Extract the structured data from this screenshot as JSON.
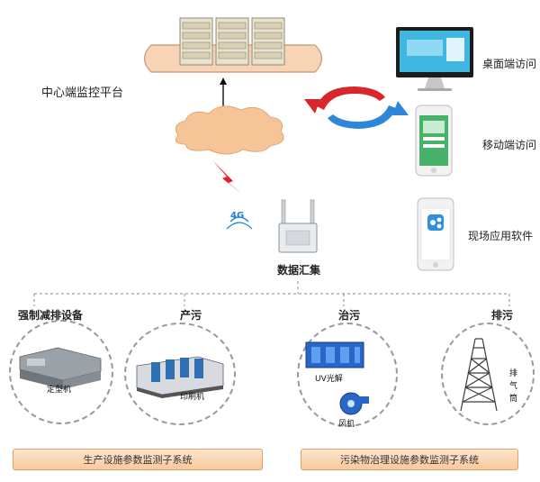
{
  "platform": {
    "label": "中心端监控平台"
  },
  "clients": {
    "desktop": "桌面端访问",
    "mobile": "移动端访问",
    "field_app": "现场应用软件"
  },
  "gateway": {
    "label": "数据汇集",
    "signal": "4G"
  },
  "branches": {
    "emission_equipment": "强制减排设备",
    "production": "产污",
    "treatment": "治污",
    "discharge": "排污"
  },
  "equipment": {
    "setting_machine": "定型机",
    "printing_machine": "印刷机",
    "uv_photolysis": "UV光解",
    "fan": "风机",
    "chimney": "排气筒"
  },
  "subsystems": {
    "production_monitor": "生产设施参数监测子系统",
    "treatment_monitor": "污染物治理设施参数监测子系统"
  },
  "colors": {
    "bar_fill": "#f8c99c",
    "bar_border": "#e3a066",
    "cloud": "#f6c597",
    "arrow_red": "#d9262b",
    "arrow_blue": "#2e86d6"
  }
}
